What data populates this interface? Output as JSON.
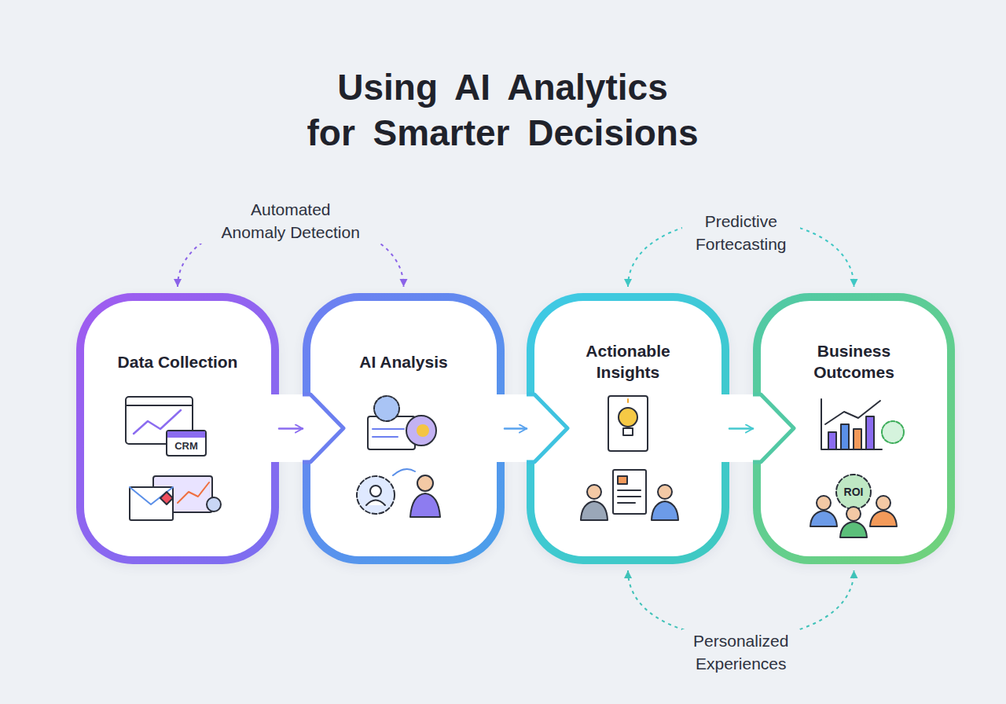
{
  "diagram": {
    "title": "Using AI Analytics for Smarter Decisions",
    "nodes": [
      {
        "text": [
          "Data Collection"
        ]
      },
      {
        "text": [
          "AI Analysis"
        ]
      },
      {
        "text": [
          "Actionable Insights"
        ]
      },
      {
        "text": [
          "Business Outcomes"
        ]
      }
    ],
    "edges": [
      {
        "from": 0,
        "to": 1,
        "arrow": "to"
      },
      {
        "from": 1,
        "to": 2,
        "arrow": "to"
      },
      {
        "from": 2,
        "to": 3,
        "arrow": "to"
      },
      {
        "from": 0,
        "to": 1,
        "arrow": "both",
        "label": "Automated Anomaly Detection"
      },
      {
        "from": 2,
        "to": 3,
        "arrow": "both",
        "label": "Predictive Fortecasting"
      },
      {
        "from": 2,
        "to": 3,
        "arrow": "both",
        "label": "Personalized Experiences"
      }
    ],
    "labels": [
      "CRM",
      "ROI"
    ]
  }
}
